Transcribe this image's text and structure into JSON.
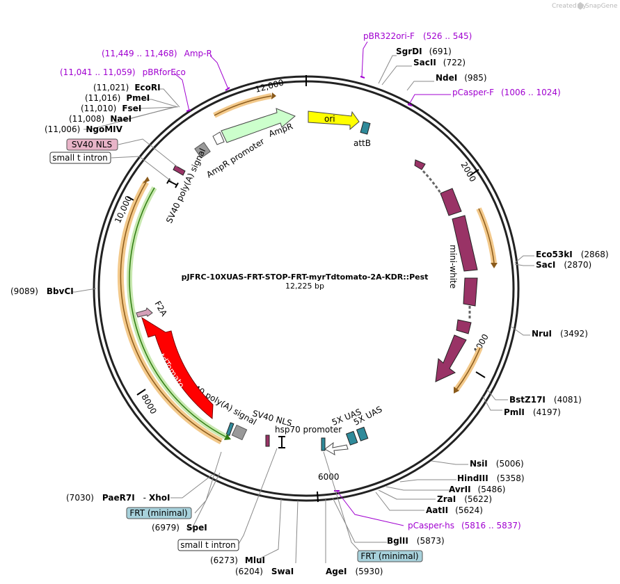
{
  "credit": {
    "text": "Created by",
    "brand": "SnapGene"
  },
  "plasmid": {
    "name": "pJFRC-10XUAS-FRT-STOP-FRT-myrTdtomato-2A-KDR::Pest",
    "size": "12,225 bp"
  },
  "ticks": [
    "2000",
    "4000",
    "6000",
    "8000",
    "10,000",
    "12,000"
  ],
  "enzymes": [
    {
      "name": "SgrDI",
      "pos": "(691)"
    },
    {
      "name": "SacII",
      "pos": "(722)"
    },
    {
      "name": "NdeI",
      "pos": "(985)"
    },
    {
      "name": "Eco53kI",
      "pos": "(2868)"
    },
    {
      "name": "SacI",
      "pos": "(2870)"
    },
    {
      "name": "NruI",
      "pos": "(3492)"
    },
    {
      "name": "BstZ17I",
      "pos": "(4081)"
    },
    {
      "name": "PmlI",
      "pos": "(4197)"
    },
    {
      "name": "NsiI",
      "pos": "(5006)"
    },
    {
      "name": "HindIII",
      "pos": "(5358)"
    },
    {
      "name": "AvrII",
      "pos": "(5486)"
    },
    {
      "name": "ZraI",
      "pos": "(5622)"
    },
    {
      "name": "AatII",
      "pos": "(5624)"
    },
    {
      "name": "BglII",
      "pos": "(5873)"
    },
    {
      "name": "AgeI",
      "pos": "(5930)"
    },
    {
      "name": "SwaI",
      "pos": "(6204)"
    },
    {
      "name": "MluI",
      "pos": "(6273)"
    },
    {
      "name": "SpeI",
      "pos": "(6979)"
    },
    {
      "name": "PaeR7I",
      "sep": "-",
      "name2": "XhoI",
      "pos": "(7030)"
    },
    {
      "name": "BbvCI",
      "pos": "(9089)"
    },
    {
      "name": "NgoMIV",
      "pos": "(11,006)"
    },
    {
      "name": "NaeI",
      "pos": "(11,008)"
    },
    {
      "name": "FseI",
      "pos": "(11,010)"
    },
    {
      "name": "PmeI",
      "pos": "(11,016)"
    },
    {
      "name": "EcoRI",
      "pos": "(11,021)"
    }
  ],
  "primers": [
    {
      "name": "pBR322ori-F",
      "range": "(526 .. 545)"
    },
    {
      "name": "pCasper-F",
      "range": "(1006 .. 1024)"
    },
    {
      "name": "pCasper-hs",
      "range": "(5816 .. 5837)"
    },
    {
      "name": "Amp-R",
      "range": "(11,449 .. 11,468)"
    },
    {
      "name": "pBRforEco",
      "range": "(11,041 .. 11,059)"
    }
  ],
  "boxed": [
    {
      "text": "SV40 NLS"
    },
    {
      "text": "small t intron"
    },
    {
      "text": "FRT (minimal)"
    },
    {
      "text": "small t intron"
    },
    {
      "text": "FRT (minimal)"
    }
  ],
  "features": {
    "ori": "ori",
    "attB": "attB",
    "ampR": "AmpR",
    "ampR_promoter": "AmpR promoter",
    "sv40_polyA_top": "SV40 poly(A) signal",
    "mini_white": "mini-white",
    "uas1": "5X UAS",
    "uas2": "5X UAS",
    "hsp70": "hsp70 promoter",
    "sv40_nls": "SV40 NLS",
    "sv40_polyA_bottom": "SV40 poly(A) signal",
    "tdtomato": "tdTomato",
    "f2a": "F2A"
  },
  "colors": {
    "backbone": "#222222",
    "ori": "#ffff00",
    "ampR": "#ccffcc",
    "mini_white": "#993366",
    "uas": "#2f8a9a",
    "tdtomato": "#ff0000",
    "orange_arc": "#f3c98b",
    "green_arc": "#74c43a",
    "primer": "#a000d0",
    "box_pink": "#e8b4c8",
    "box_teal": "#a7d1db"
  }
}
